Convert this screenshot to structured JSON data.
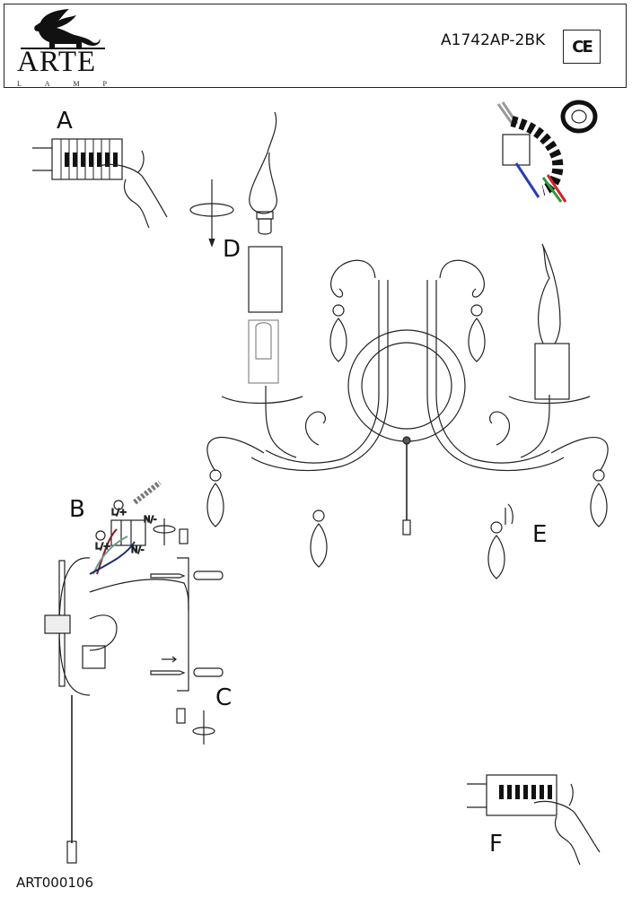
{
  "header": {
    "brand": "ARTE",
    "brand_sub": [
      "L",
      "A",
      "M",
      "P"
    ],
    "model": "A1742AP-2BK",
    "certification": "CE"
  },
  "steps": {
    "a": "A",
    "b": "B",
    "c": "C",
    "d": "D",
    "e": "E",
    "f": "F"
  },
  "wiring_labels": {
    "live_top": "L/+",
    "neutral_top": "N/-",
    "live_bottom": "L/+",
    "neutral_bottom": "N/-"
  },
  "footer": {
    "code": "ART000106"
  },
  "colors": {
    "line": "#222222",
    "wire_live": "#8b1c24",
    "wire_earth": "#6f9a86",
    "wire_neutral": "#1e2e6b",
    "wire_blue": "#2a3db0",
    "wire_green": "#2a9a3a",
    "wire_red": "#d3222a"
  },
  "icons": [
    "winged-lion-logo",
    "ce-mark",
    "circuit-breaker",
    "hand",
    "rotate-arrow",
    "flame-bulb",
    "candle-sleeve",
    "crystal-pendant",
    "screw",
    "wall-plug",
    "terminal-block",
    "insulating-tape",
    "pull-cord"
  ]
}
